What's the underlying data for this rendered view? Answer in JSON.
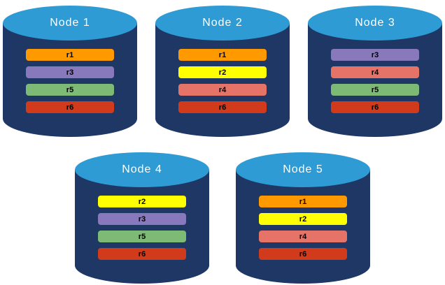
{
  "diagram": {
    "type": "database-cylinder-diagram",
    "palette": {
      "cylinder_body": "#1E3765",
      "cylinder_top": "#2E9BD5",
      "label_text": "#FFFFFF",
      "bar_text": "#000000",
      "r1": "#FF9900",
      "r2": "#FFFF00",
      "r3": "#8878BC",
      "r4": "#E57368",
      "r5": "#7CBA76",
      "r6": "#D13B1C"
    },
    "nodes": [
      {
        "label": "Node 1",
        "replicas": [
          {
            "label": "r1",
            "color": "#FF9900"
          },
          {
            "label": "r3",
            "color": "#8878BC"
          },
          {
            "label": "r5",
            "color": "#7CBA76"
          },
          {
            "label": "r6",
            "color": "#D13B1C"
          }
        ]
      },
      {
        "label": "Node 2",
        "replicas": [
          {
            "label": "r1",
            "color": "#FF9900"
          },
          {
            "label": "r2",
            "color": "#FFFF00"
          },
          {
            "label": "r4",
            "color": "#E57368"
          },
          {
            "label": "r6",
            "color": "#D13B1C"
          }
        ]
      },
      {
        "label": "Node 3",
        "replicas": [
          {
            "label": "r3",
            "color": "#8878BC"
          },
          {
            "label": "r4",
            "color": "#E57368"
          },
          {
            "label": "r5",
            "color": "#7CBA76"
          },
          {
            "label": "r6",
            "color": "#D13B1C"
          }
        ]
      },
      {
        "label": "Node 4",
        "replicas": [
          {
            "label": "r2",
            "color": "#FFFF00"
          },
          {
            "label": "r3",
            "color": "#8878BC"
          },
          {
            "label": "r5",
            "color": "#7CBA76"
          },
          {
            "label": "r6",
            "color": "#D13B1C"
          }
        ]
      },
      {
        "label": "Node 5",
        "replicas": [
          {
            "label": "r1",
            "color": "#FF9900"
          },
          {
            "label": "r2",
            "color": "#FFFF00"
          },
          {
            "label": "r4",
            "color": "#E57368"
          },
          {
            "label": "r6",
            "color": "#D13B1C"
          }
        ]
      }
    ]
  }
}
